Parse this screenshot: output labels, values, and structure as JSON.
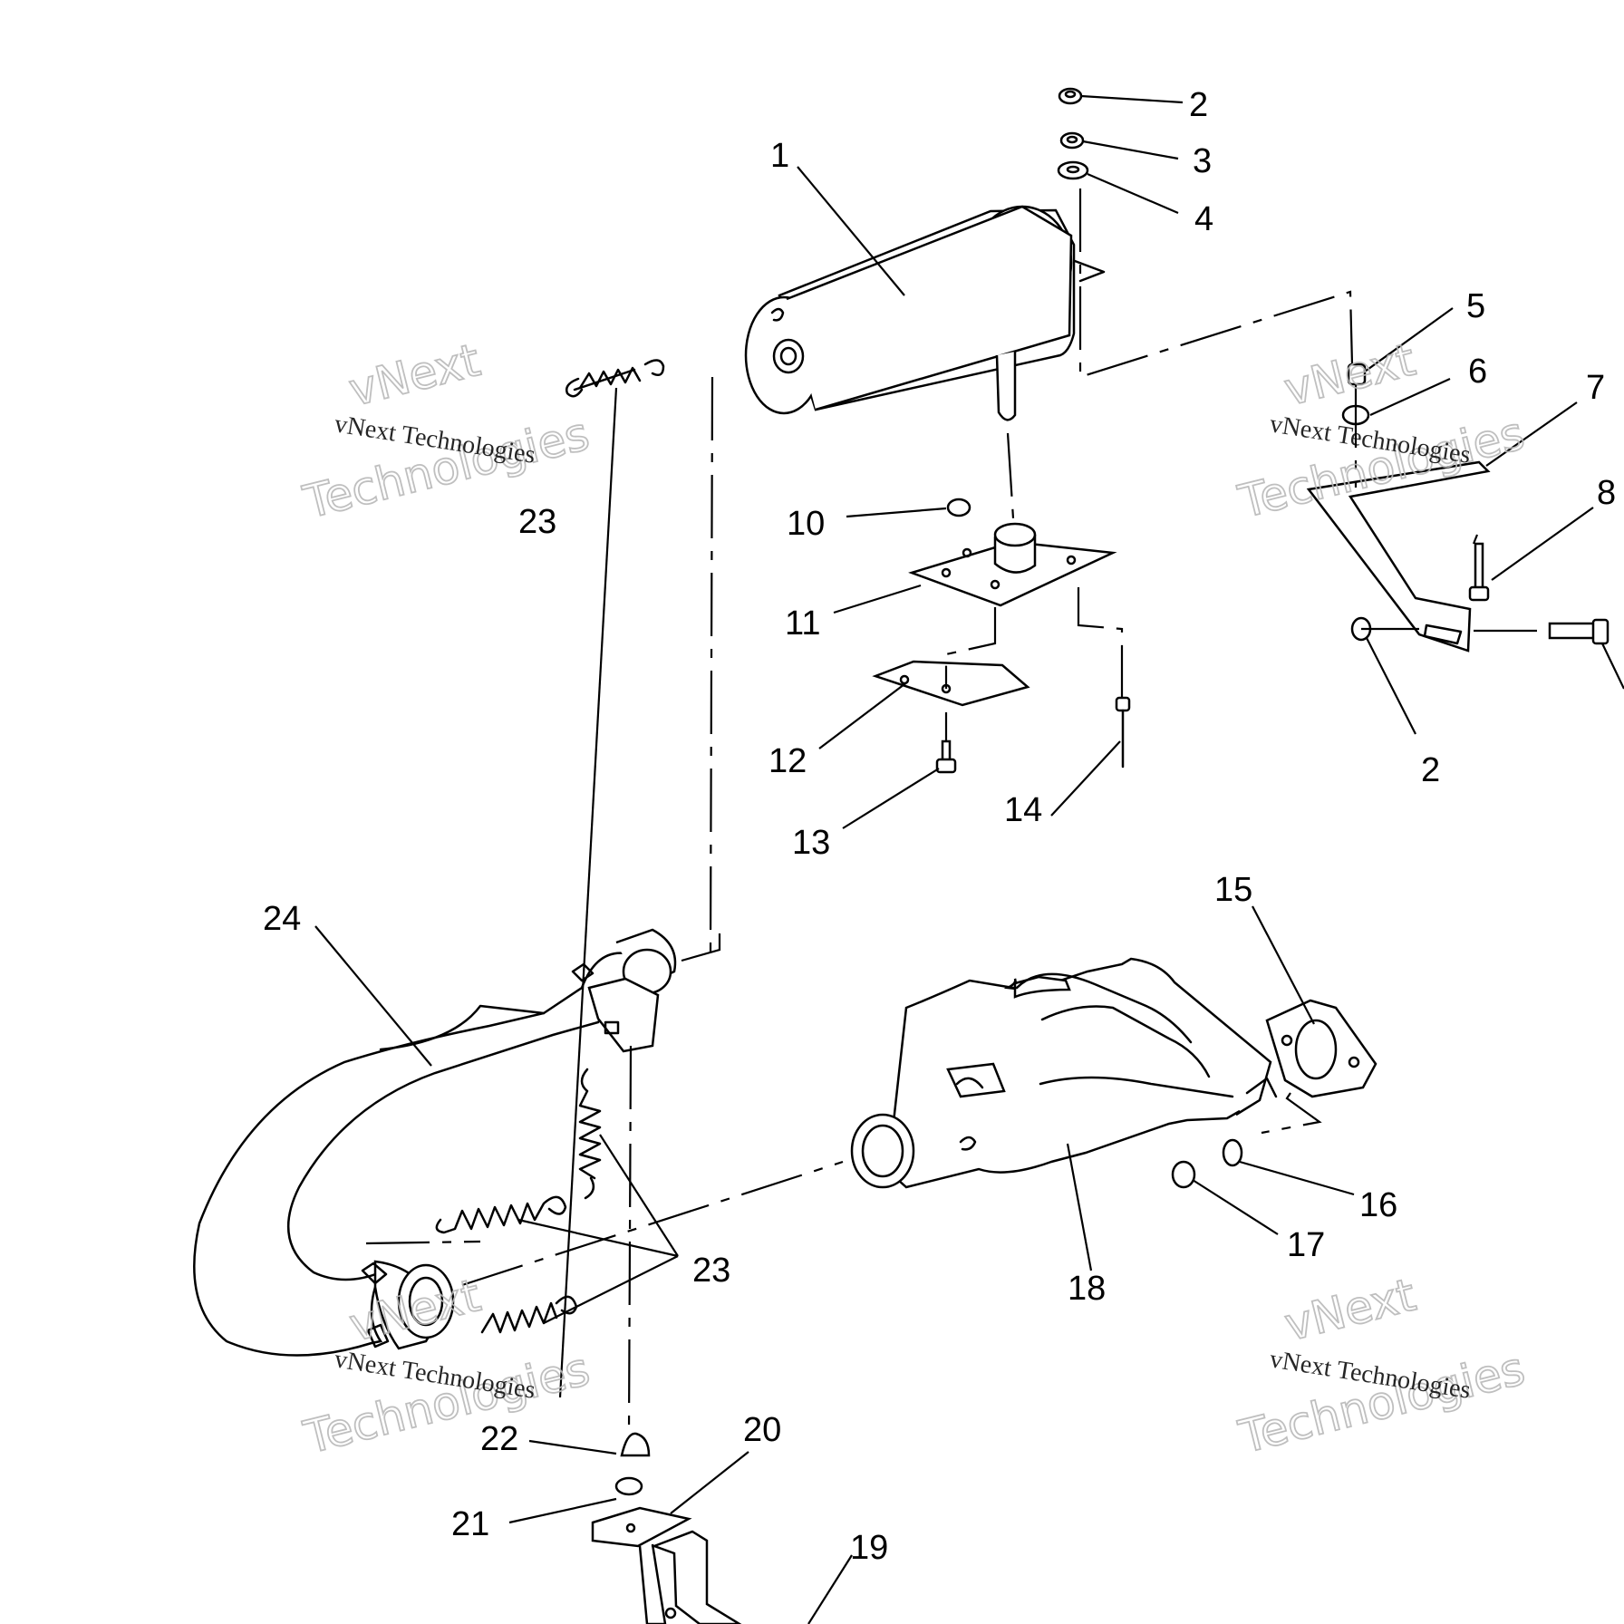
{
  "callouts": [
    {
      "id": "c1",
      "text": "1"
    },
    {
      "id": "c2a",
      "text": "2"
    },
    {
      "id": "c3",
      "text": "3"
    },
    {
      "id": "c4",
      "text": "4"
    },
    {
      "id": "c5",
      "text": "5"
    },
    {
      "id": "c6",
      "text": "6"
    },
    {
      "id": "c7",
      "text": "7"
    },
    {
      "id": "c8",
      "text": "8"
    },
    {
      "id": "c2b",
      "text": "2"
    },
    {
      "id": "c10",
      "text": "10"
    },
    {
      "id": "c11",
      "text": "11"
    },
    {
      "id": "c12",
      "text": "12"
    },
    {
      "id": "c13",
      "text": "13"
    },
    {
      "id": "c14",
      "text": "14"
    },
    {
      "id": "c15",
      "text": "15"
    },
    {
      "id": "c16",
      "text": "16"
    },
    {
      "id": "c17",
      "text": "17"
    },
    {
      "id": "c18",
      "text": "18"
    },
    {
      "id": "c19",
      "text": "19"
    },
    {
      "id": "c20",
      "text": "20"
    },
    {
      "id": "c21",
      "text": "21"
    },
    {
      "id": "c22",
      "text": "22"
    },
    {
      "id": "c23a",
      "text": "23"
    },
    {
      "id": "c23b",
      "text": "23"
    },
    {
      "id": "c24",
      "text": "24"
    }
  ],
  "watermark": {
    "brand": "vNext",
    "company_line": "vNext Technologies",
    "word": "Technologies"
  }
}
